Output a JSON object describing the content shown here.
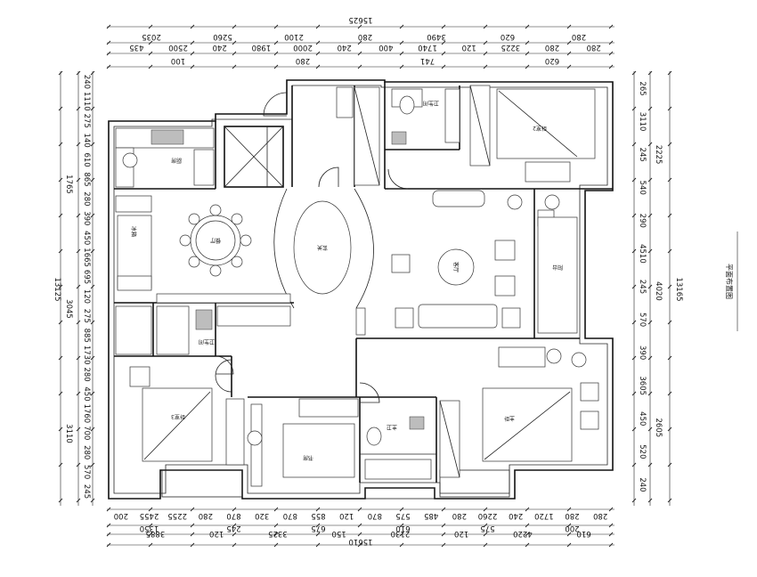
{
  "title": "平面布置图",
  "rooms": {
    "kitchen": "厨房",
    "dining": "餐厅",
    "foyer": "玄关",
    "living": "客厅",
    "balcony": "阳台",
    "bath_tr": "卫生间",
    "bed_tr": "卧室2",
    "bath_ml": "卫生间",
    "bed_bl": "卧室3",
    "bed_bm": "书房",
    "bath_bm": "主卫",
    "bed_br": "主卧",
    "fridge": "冰箱"
  },
  "dims": {
    "top_total": "15625",
    "top_row1": [
      "2035",
      "5260",
      "2100",
      "280",
      "3490",
      "620",
      "280"
    ],
    "top_row2": [
      "435",
      "2500",
      "240",
      "1980",
      "2000",
      "240",
      "400",
      "1740",
      "120",
      "3225",
      "280",
      "280"
    ],
    "top_row3": [
      "100",
      "280",
      "741",
      "620"
    ],
    "bottom_row1": [
      "200",
      "2455",
      "2255",
      "280",
      "870",
      "320",
      "870",
      "855",
      "120",
      "870",
      "575",
      "485",
      "280",
      "2260",
      "240",
      "1720",
      "280",
      "280"
    ],
    "bottom_row2": [
      "1350",
      "245",
      "675",
      "610",
      "575",
      "200"
    ],
    "bottom_row3": [
      "3885",
      "120",
      "3325",
      "150",
      "2130",
      "120",
      "4220",
      "610"
    ],
    "bottom_total": "15610",
    "left_outer": [
      "1765",
      "3045",
      "3110"
    ],
    "left_total": "13125",
    "left_inner": [
      "240",
      "1110",
      "275",
      "140",
      "610",
      "865",
      "280",
      "390",
      "450",
      "1665",
      "695",
      "120",
      "275",
      "885",
      "1730",
      "280",
      "450",
      "1760",
      "700",
      "280",
      "570",
      "245"
    ],
    "right_outer": [
      "2225",
      "4020",
      "2605"
    ],
    "right_total": "13165",
    "right_inner": [
      "265",
      "3110",
      "245",
      "540",
      "290",
      "4510",
      "245",
      "570",
      "390",
      "3605",
      "450",
      "520",
      "240"
    ]
  }
}
